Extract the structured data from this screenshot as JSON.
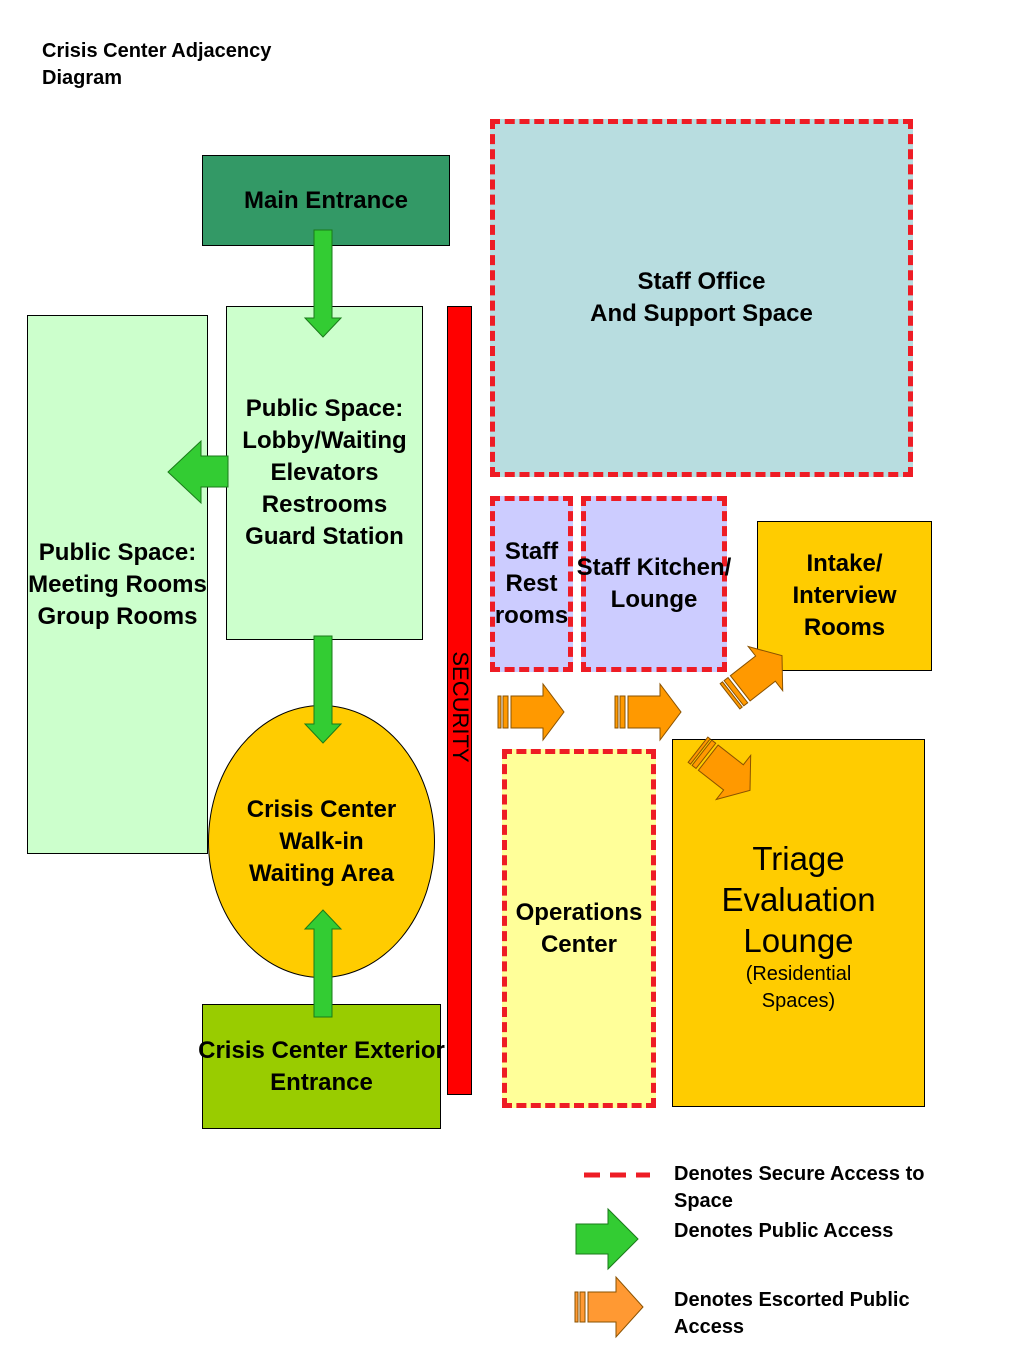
{
  "title": "Crisis Center Adjacency\nDiagram",
  "nodes": {
    "main_entrance": "Main Entrance",
    "public_lobby": "Public Space:\nLobby/Waiting\nElevators\nRestrooms\nGuard Station",
    "public_meeting": "Public Space:\nMeeting Rooms\nGroup Rooms",
    "walkin": "Crisis Center\nWalk-in\nWaiting Area",
    "exterior_entrance": "Crisis Center Exterior\nEntrance",
    "security": "SECURITY",
    "staff_office": "Staff Office\nAnd Support Space",
    "staff_restrooms": "Staff\nRest\nrooms",
    "staff_kitchen": "Staff Kitchen/\nLounge",
    "intake": "Intake/\nInterview\nRooms",
    "operations": "Operations\nCenter",
    "triage_title": "Triage\nEvaluation\nLounge",
    "triage_sub": "(Residential\nSpaces)"
  },
  "legend": {
    "secure": "Denotes Secure Access to Space",
    "public": "Denotes Public Access",
    "escorted": "Denotes Escorted Public Access"
  },
  "colors": {
    "main_entrance": "#339966",
    "public_space": "#ccffcc",
    "walkin": "#ffcc00",
    "exterior": "#99cc00",
    "security": "#ff0000",
    "staff_office": "#b8dde0",
    "staff_lavender": "#ccccff",
    "intake_triage": "#ffcc00",
    "operations": "#ffff99",
    "secure_dash": "#ee1c25",
    "public_arrow": "#33cc33",
    "escorted_arrow": "#ff9933"
  }
}
